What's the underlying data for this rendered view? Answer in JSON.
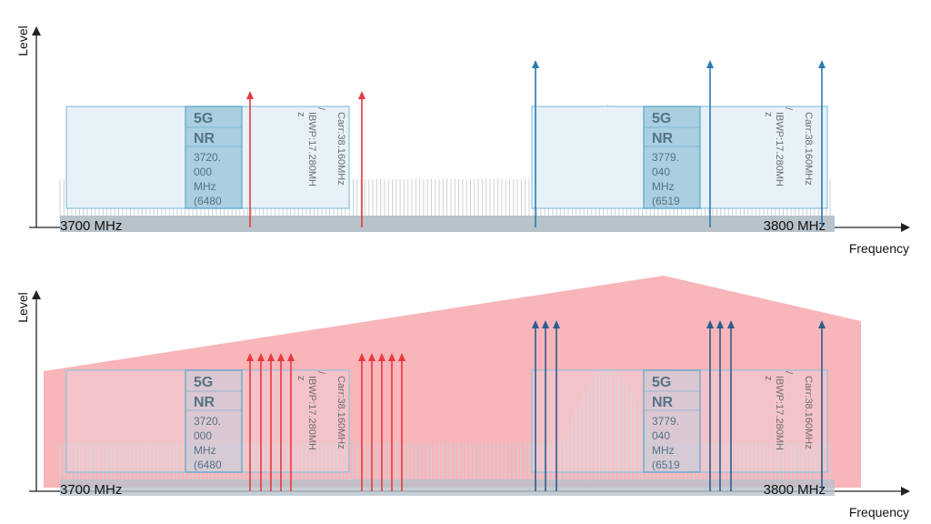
{
  "colors": {
    "axis": "#222222",
    "band_fill": "#e7f1f8",
    "band_stroke": "#8ec3dc",
    "bar": "#b7c2ca",
    "nr_fill": "#a9cfe1",
    "nr_stroke": "#5aa6c9",
    "nr_text": "#557384",
    "red_arrow": "#e8393f",
    "blue_arrow_top": "#2a7bb0",
    "blue_arrow_bottom": "#2f5c8c",
    "spectrum_line": "#c9d2d8",
    "interference": "#f7a8ae",
    "label_text": "#6d6d6d"
  },
  "panels": [
    {
      "name": "top",
      "y_axis_label": "Level",
      "x_axis_label": "Frequency",
      "left_edge_label": "3700 MHz",
      "right_edge_label": "3800 MHz",
      "carriers": [
        {
          "name": "carrier-1",
          "nr_title": "5G",
          "nr_sub": "NR",
          "nr_lines": [
            "3720.",
            "000",
            "MHz",
            "(6480"
          ],
          "carr_label": "Carr:38.160MHz",
          "bwp_label": "IBWP:17.280MH",
          "z_label": "z",
          "slash_label": "/"
        },
        {
          "name": "carrier-2",
          "nr_title": "5G",
          "nr_sub": "NR",
          "nr_lines": [
            "3779.",
            "040",
            "MHz",
            "(6519"
          ],
          "carr_label": "Carr:38.160MHz",
          "bwp_label": "IBWP:17.280MH",
          "z_label": "z",
          "slash_label": "/"
        }
      ]
    },
    {
      "name": "bottom",
      "y_axis_label": "Level",
      "x_axis_label": "Frequency",
      "left_edge_label": "3700 MHz",
      "right_edge_label": "3800 MHz",
      "carriers": [
        {
          "name": "carrier-1",
          "nr_title": "5G",
          "nr_sub": "NR",
          "nr_lines": [
            "3720.",
            "000",
            "MHz",
            "(6480"
          ],
          "carr_label": "Carr:38.160MHz",
          "bwp_label": "IBWP:17.280MH",
          "z_label": "z",
          "slash_label": "/"
        },
        {
          "name": "carrier-2",
          "nr_title": "5G",
          "nr_sub": "NR",
          "nr_lines": [
            "3779.",
            "040",
            "MHz",
            "(6519"
          ],
          "carr_label": "Carr:38.160MHz",
          "bwp_label": "IBWP:17.280MH",
          "z_label": "z",
          "slash_label": "/"
        }
      ]
    }
  ]
}
